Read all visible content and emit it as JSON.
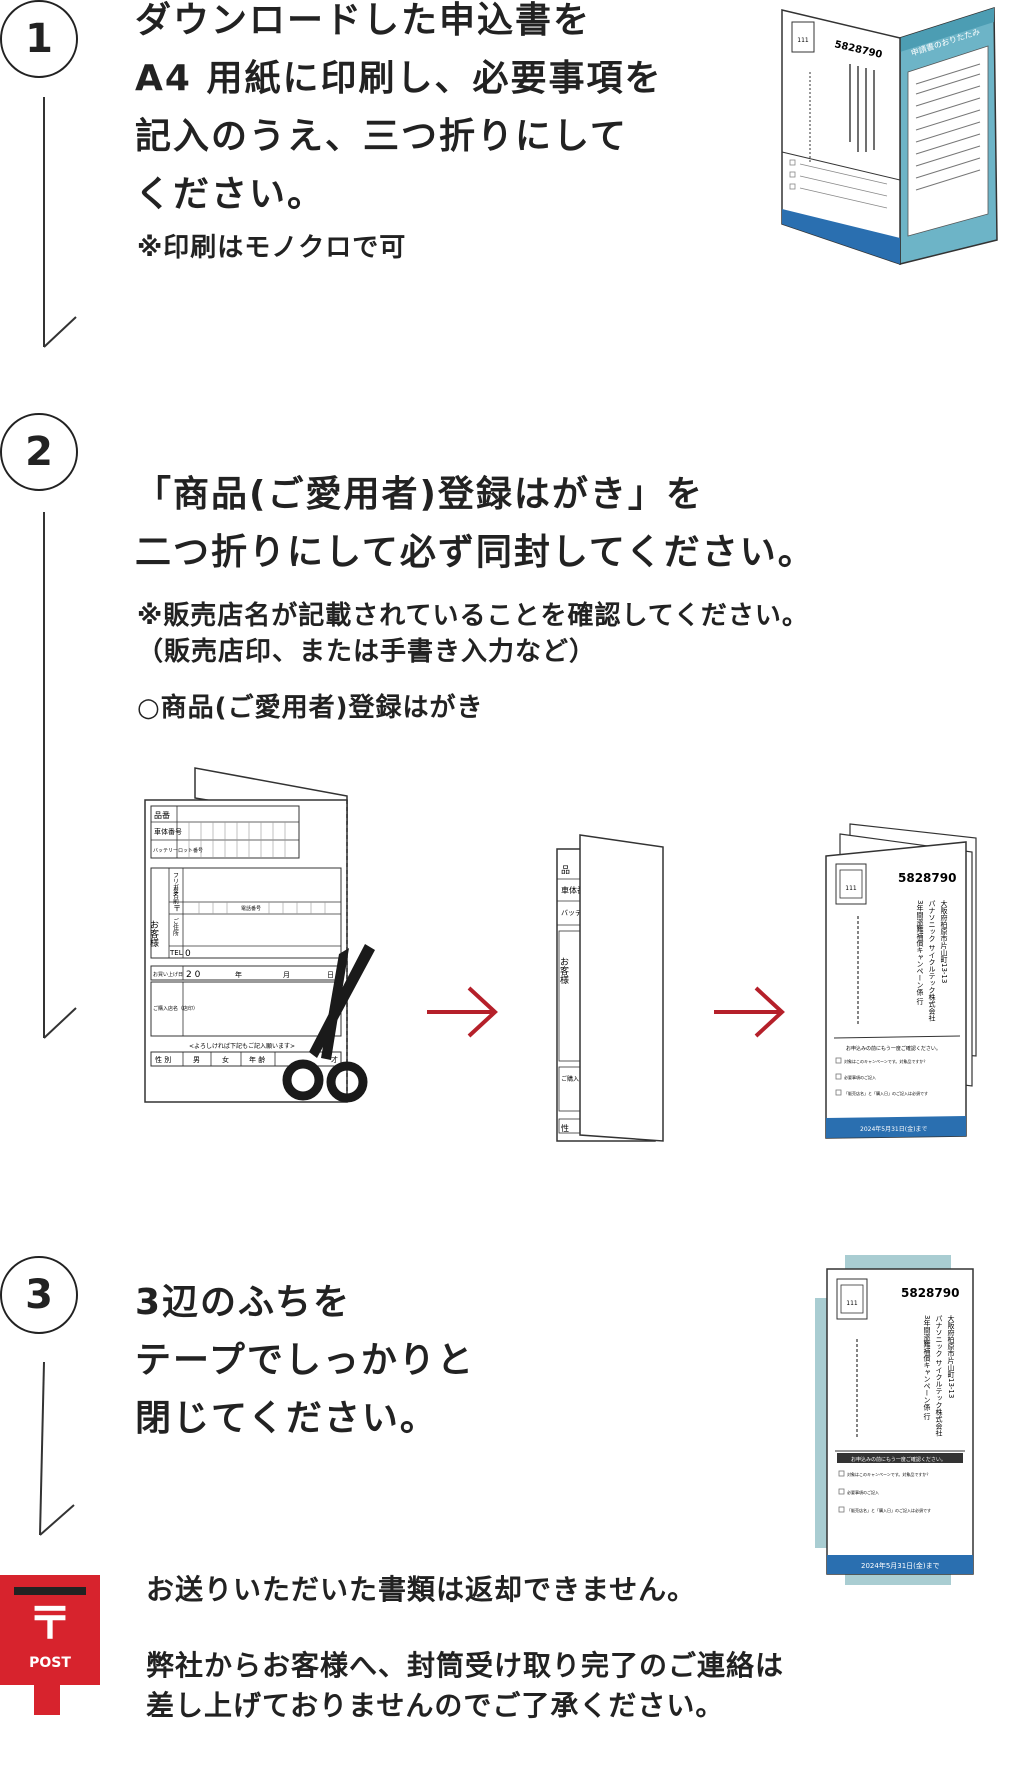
{
  "steps": [
    {
      "number": "1",
      "lines": [
        "ダウンロードした申込書を",
        "A4 用紙に印刷し、必要事項を",
        "記入のうえ、三つ折りにして",
        "ください。"
      ],
      "note": "※印刷はモノクロで可"
    },
    {
      "number": "2",
      "lines": [
        "「商品(ご愛用者)登録はがき」を",
        "二つ折りにして必ず同封してください。"
      ],
      "note_lines": [
        "※販売店名が記載されていることを確認してください。",
        "（販売店印、または手書き入力など）"
      ],
      "item_label": "○商品(ご愛用者)登録はがき"
    },
    {
      "number": "3",
      "lines": [
        "3辺のふちを",
        "テープでしっかりと",
        "閉じてください。"
      ]
    }
  ],
  "footer": {
    "line1": "お送りいただいた書類は返却できません。",
    "line2": "弊社からお客様へ、封筒受け取り完了のご連絡は",
    "line3": "差し上げておりませんのでご了承ください。"
  },
  "postbox": {
    "symbol": "〒",
    "label": "POST",
    "color": "#d7232d"
  },
  "envelope": {
    "postal_code": "5828790",
    "company": "パナソニック サイクルテック株式会社",
    "address": "大阪府柏原市片山町13-13",
    "campaign": "3年間盗難補償キャンペーン係 行",
    "stamp_label": "111",
    "checklist_title": "お申込みの前にもう一度ご確認ください。",
    "check_items": [
      "対象はこのキャンペーンです。対象品ですか？",
      "必要事項のご記入",
      "「販売店名」と「購入日」のご記入は必須です"
    ],
    "deadline": "2024年5月31日(金)まで",
    "teal_title": "申請書のおりたたみ"
  },
  "postcard": {
    "rows": [
      "品番",
      "車体番号",
      "バッテリーロット番号"
    ],
    "customer": "お客様",
    "furigana": "フリガナ",
    "name": "お名前",
    "zip": "〒",
    "address": "ご住所",
    "phone": "電話番号",
    "tel": "TEL",
    "tel_zero": "0",
    "purchase_date": "お買い上げ日",
    "year_prefix": "2 0",
    "year": "年",
    "month": "月",
    "day": "日",
    "shop": "ご購入店名（店印）",
    "request": "<よろしければ下記もご記入願います>",
    "gender": "性 別",
    "male": "男",
    "female": "女",
    "age": "年 齢",
    "age_unit": "才",
    "back_labels": [
      "品",
      "車体番",
      "バッテ ロット"
    ],
    "back_customer": "お客様",
    "back_shop": "ご購入 （店",
    "back_gender": "性"
  }
}
